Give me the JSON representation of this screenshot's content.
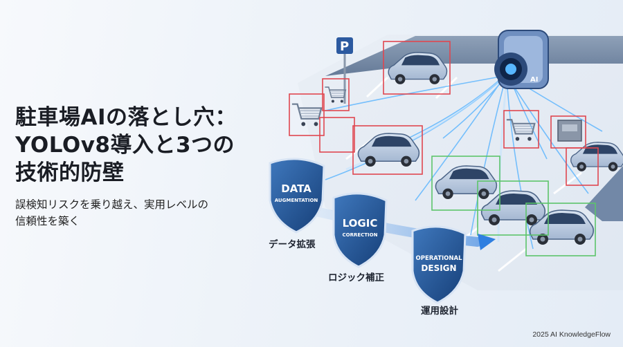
{
  "title_lines": [
    "駐車場AIの落とし穴：",
    "YOLOv8導入と3つの",
    "技術的防壁"
  ],
  "subtitle_lines": [
    "誤検知リスクを乗り越え、実用レベルの",
    "信頼性を築く"
  ],
  "shields": [
    {
      "lines": [
        "DATA",
        "AUGMENTATION"
      ],
      "caption": "データ拡張"
    },
    {
      "lines": [
        "LOGIC",
        "CORRECTION"
      ],
      "caption": "ロジック補正"
    },
    {
      "lines": [
        "OPERATIONAL",
        "DESIGN"
      ],
      "caption": "運用設計"
    }
  ],
  "sign_letter": "P",
  "camera_label": "AI",
  "footer": "2025 AI KnowledgeFlow",
  "colors": {
    "false_detection": "#e0464f",
    "correct_detection": "#5cc46a",
    "shield": "#1f4f8f",
    "beam": "#3aa0ff"
  }
}
